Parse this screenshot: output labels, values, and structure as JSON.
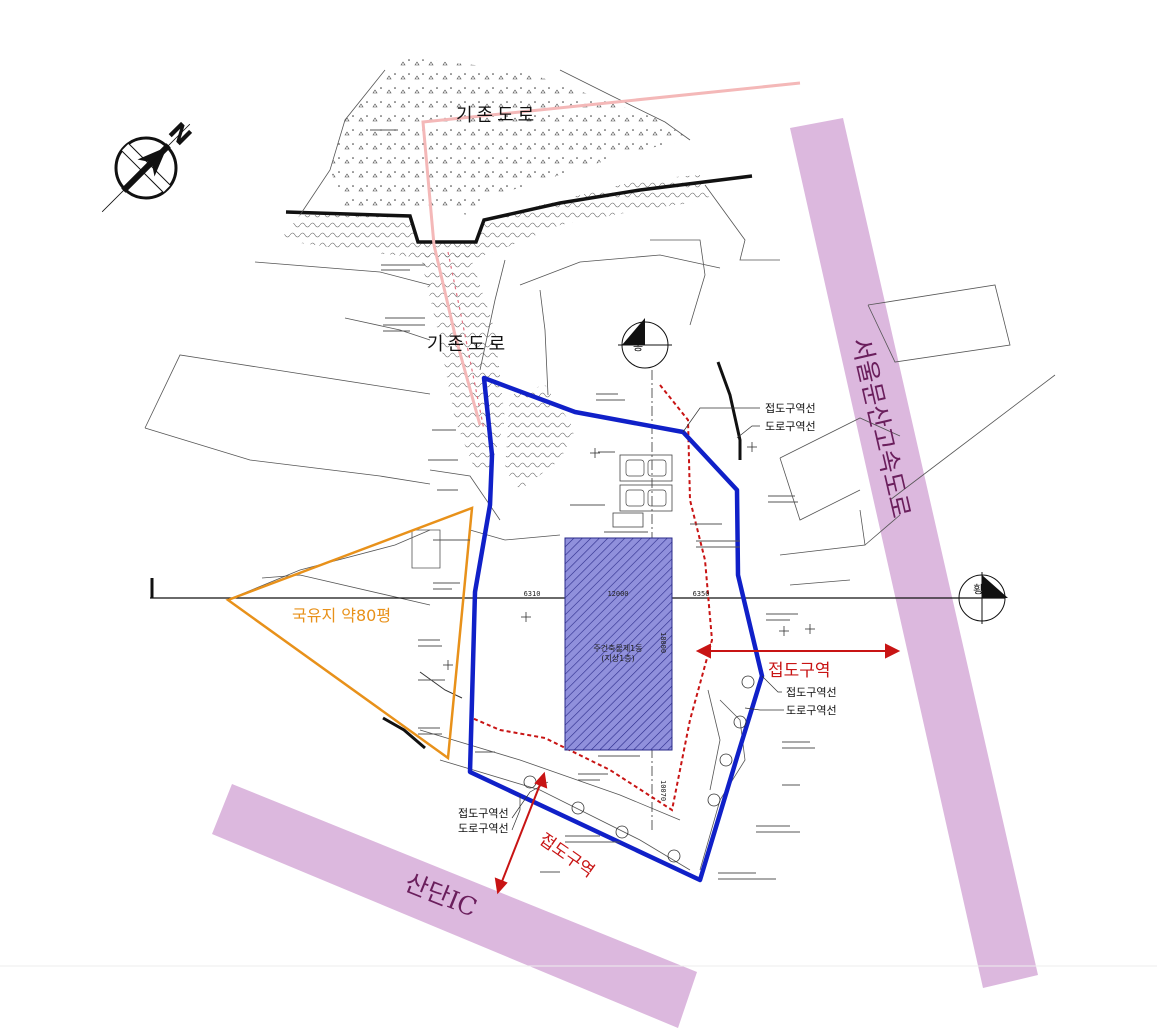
{
  "colors": {
    "site_boundary": "#1020c8",
    "state_land": "#e8911a",
    "connection_zone": "#c81414",
    "highway_band": "#dcb8de",
    "existing_road_path": "#f4b8b8",
    "building_fill": "#8080d8"
  },
  "labels": {
    "existing_road_top": "기존도로",
    "existing_road_mid": "기존도로",
    "highway": "서울문산고속도로",
    "interchange": "산단IC",
    "state_land": "국유지  약80평",
    "connection_zone_right": "접도구역",
    "connection_zone_bottom": "접도구역",
    "conn_line_r1": "접도구역선",
    "road_line_r1": "도로구역선",
    "conn_line_r2": "접도구역선",
    "road_line_r2": "도로구역선",
    "conn_line_b": "접도구역선",
    "road_line_b": "도로구역선",
    "north_letter": "N",
    "section_v": "종",
    "section_h": "횡",
    "section_left": "L"
  },
  "building": {
    "name": "주건축물제1동",
    "floors": "(지상1층)"
  },
  "dimensions": {
    "left": "6310",
    "width": "12000",
    "right": "6350",
    "depth": "18000",
    "bottom": "10070"
  },
  "icons": [
    "north-arrow-icon",
    "section-marker-icon",
    "tree-symbol-icon",
    "parking-stall-icon"
  ]
}
